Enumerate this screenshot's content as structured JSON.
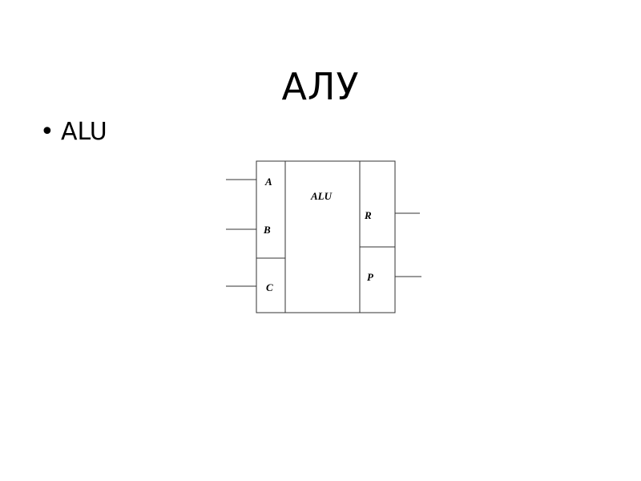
{
  "slide": {
    "title": "АЛУ",
    "bullets": [
      {
        "dot": "•",
        "text": "ALU"
      }
    ]
  },
  "diagram": {
    "block_label": "ALU",
    "inputs": [
      "A",
      "B",
      "C"
    ],
    "outputs": [
      "R",
      "P"
    ]
  },
  "colors": {
    "background": "#ffffff",
    "text": "#000000",
    "line": "#333333"
  }
}
